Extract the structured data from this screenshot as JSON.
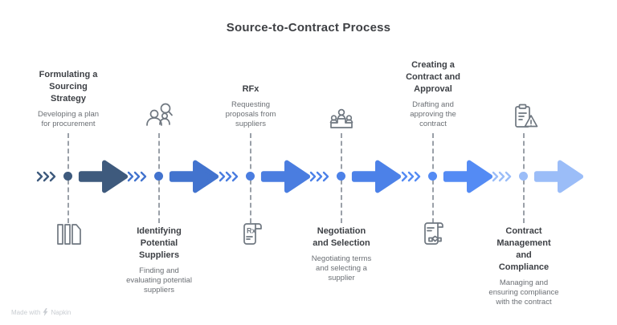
{
  "title": "Source-to-Contract Process",
  "watermark": {
    "text": "Made with",
    "brand": "Napkin"
  },
  "stages": [
    {
      "title": "Formulating a\nSourcing\nStrategy",
      "description": "Developing a plan\nfor procurement",
      "icon": "columns-icon",
      "text_position": "above",
      "color": "#3E5A7D"
    },
    {
      "title": "Identifying\nPotential\nSuppliers",
      "description": "Finding and\nevaluating potential\nsuppliers",
      "icon": "people-search-icon",
      "text_position": "below",
      "color": "#4273CE"
    },
    {
      "title": "RFx",
      "description": "Requesting\nproposals from\nsuppliers",
      "icon": "rfx-scroll-icon",
      "text_position": "above",
      "color": "#4A7DE0"
    },
    {
      "title": "Negotiation\nand Selection",
      "description": "Negotiating terms\nand selecting a\nsupplier",
      "icon": "podium-people-icon",
      "text_position": "below",
      "color": "#4C81E8"
    },
    {
      "title": "Creating a\nContract and\nApproval",
      "description": "Drafting and\napproving the\ncontract",
      "icon": "contract-handshake-icon",
      "text_position": "above",
      "color": "#548BF4"
    },
    {
      "title": "Contract\nManagement\nand\nCompliance",
      "description": "Managing and\nensuring compliance\nwith the contract",
      "icon": "clipboard-warning-icon",
      "text_position": "below",
      "color": "#9BBDF8"
    }
  ]
}
